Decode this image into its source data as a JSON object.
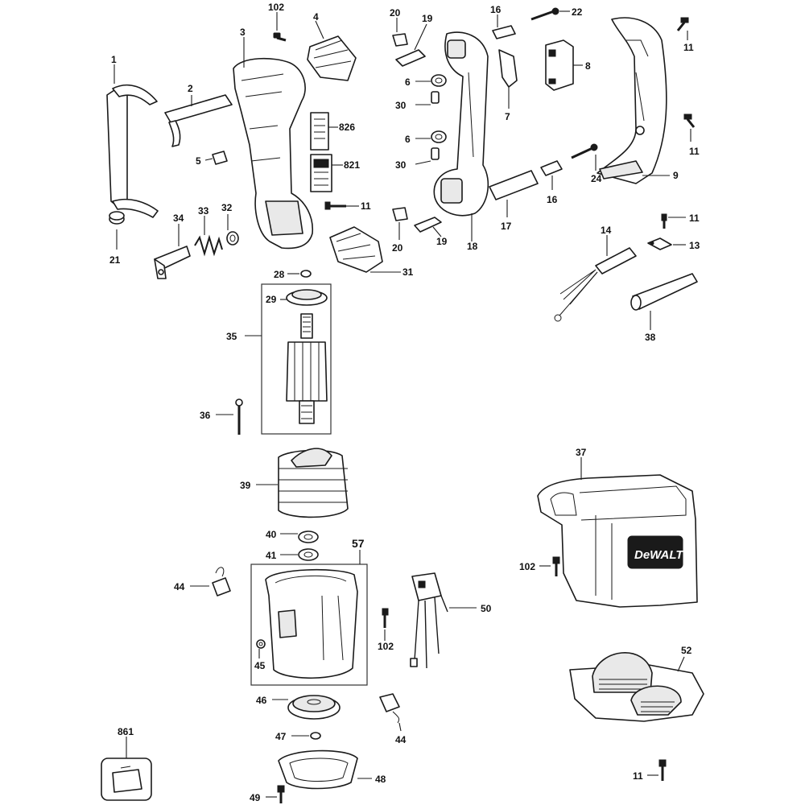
{
  "diagram": {
    "brand_label": "DeWALT",
    "callouts": {
      "c1": "1",
      "c2": "2",
      "c3": "3",
      "c4": "4",
      "c5": "5",
      "c6a": "6",
      "c6b": "6",
      "c7": "7",
      "c8": "8",
      "c9": "9",
      "c11a": "11",
      "c11b": "11",
      "c11c": "11",
      "c11d": "11",
      "c11e": "11",
      "c13": "13",
      "c14": "14",
      "c16a": "16",
      "c16b": "16",
      "c17": "17",
      "c18": "18",
      "c19a": "19",
      "c19b": "19",
      "c20a": "20",
      "c20b": "20",
      "c21": "21",
      "c22": "22",
      "c24": "24",
      "c28": "28",
      "c29": "29",
      "c30a": "30",
      "c30b": "30",
      "c31": "31",
      "c32": "32",
      "c33": "33",
      "c34": "34",
      "c35": "35",
      "c36": "36",
      "c37": "37",
      "c38": "38",
      "c39": "39",
      "c40": "40",
      "c41": "41",
      "c44a": "44",
      "c44b": "44",
      "c45": "45",
      "c46": "46",
      "c47": "47",
      "c48": "48",
      "c49": "49",
      "c50": "50",
      "c52": "52",
      "c57": "57",
      "c102a": "102",
      "c102b": "102",
      "c102c": "102",
      "c821": "821",
      "c826": "826",
      "c861": "861"
    }
  }
}
